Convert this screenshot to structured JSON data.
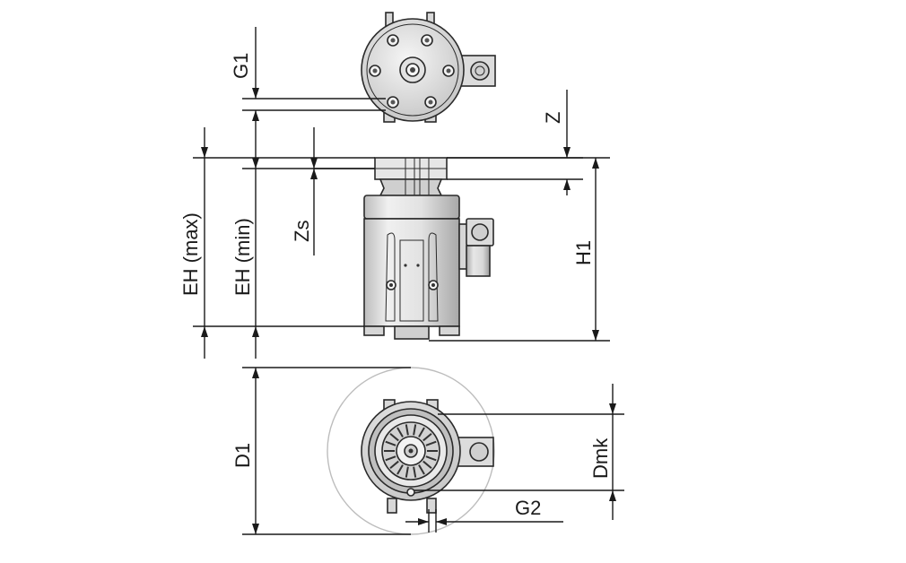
{
  "labels": {
    "g1": "G1",
    "z": "Z",
    "zs": "Zs",
    "eh_max": "EH (max)",
    "eh_min": "EH (min)",
    "h1": "H1",
    "d1": "D1",
    "dmk": "Dmk",
    "g2": "G2"
  },
  "colors": {
    "line": "#1a1a1a",
    "body_light": "#e8e8e8",
    "body_mid": "#cfcfcf",
    "body_dark": "#9a9a9a",
    "outline_circle": "#bdbdbd"
  }
}
